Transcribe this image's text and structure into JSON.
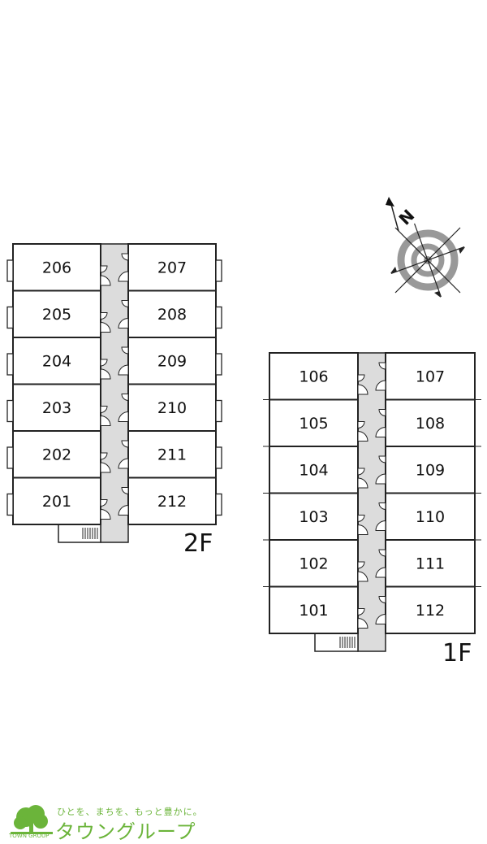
{
  "floors": [
    {
      "label": "2F",
      "left_units": [
        "206",
        "205",
        "204",
        "203",
        "202",
        "201"
      ],
      "right_units": [
        "207",
        "208",
        "209",
        "210",
        "211",
        "212"
      ]
    },
    {
      "label": "1F",
      "left_units": [
        "106",
        "105",
        "104",
        "103",
        "102",
        "101"
      ],
      "right_units": [
        "107",
        "108",
        "109",
        "110",
        "111",
        "112"
      ]
    }
  ],
  "compass": {
    "north_label": "N"
  },
  "logo": {
    "tagline": "ひとを、まちを、もっと豊かに。",
    "name": "タウングループ",
    "sub": "TOWN GROUP",
    "color": "#6bb43a"
  }
}
